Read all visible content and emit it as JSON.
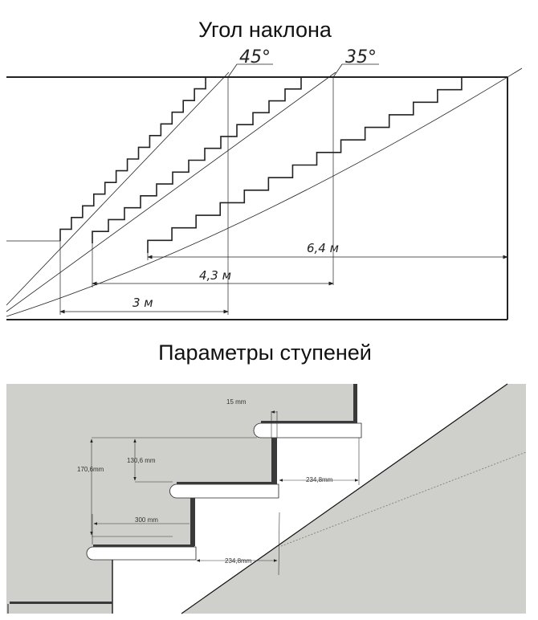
{
  "top": {
    "title": "Угол наклона",
    "angles": [
      "45°",
      "35°"
    ],
    "lengths": [
      "6,4 м",
      "4,3 м",
      "3 м"
    ]
  },
  "bottom": {
    "title": "Параметры ступеней",
    "dims": {
      "nosing": "15 mm",
      "riser_inner": "130,6 mm",
      "riser_full": "170,6mm",
      "tread": "300 mm",
      "going_upper": "234,8mm",
      "going_lower": "234,8mm"
    }
  },
  "colors": {
    "panel": "#cfcfcb",
    "line": "#222222",
    "riser": "#3a3a3a"
  }
}
